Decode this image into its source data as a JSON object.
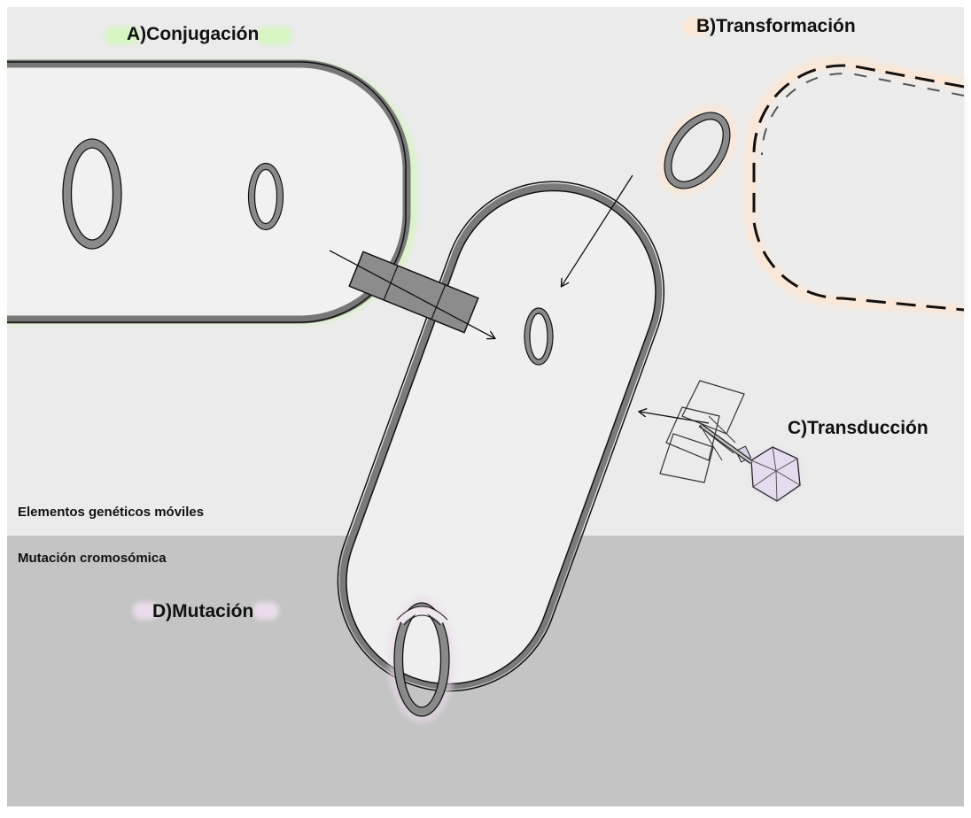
{
  "diagram": {
    "labels": {
      "conjugation": "A)Conjugación",
      "transformation": "B)Transformación",
      "transduction": "C)Transducción",
      "mutation": "D)Mutación"
    },
    "zones": {
      "upper": "Elementos genéticos móviles",
      "lower": "Mutación cromosómica"
    },
    "colors": {
      "upper_zone": "#ebebeb",
      "lower_zone": "#c4c4c4",
      "membrane": "#777777",
      "cell_fill": "#efefef",
      "plasmid": "#8a8a8a",
      "conjugation_glow": "#d6f5c0",
      "transformation_glow": "#fbe6d4",
      "transduction_glow": "#e6d8f0",
      "mutation_glow": "#eadcea"
    },
    "icons": [
      "bacterium-shape",
      "plasmid-ring",
      "pilus-bridge",
      "dna-fragment",
      "bacteriophage",
      "arrow"
    ]
  }
}
